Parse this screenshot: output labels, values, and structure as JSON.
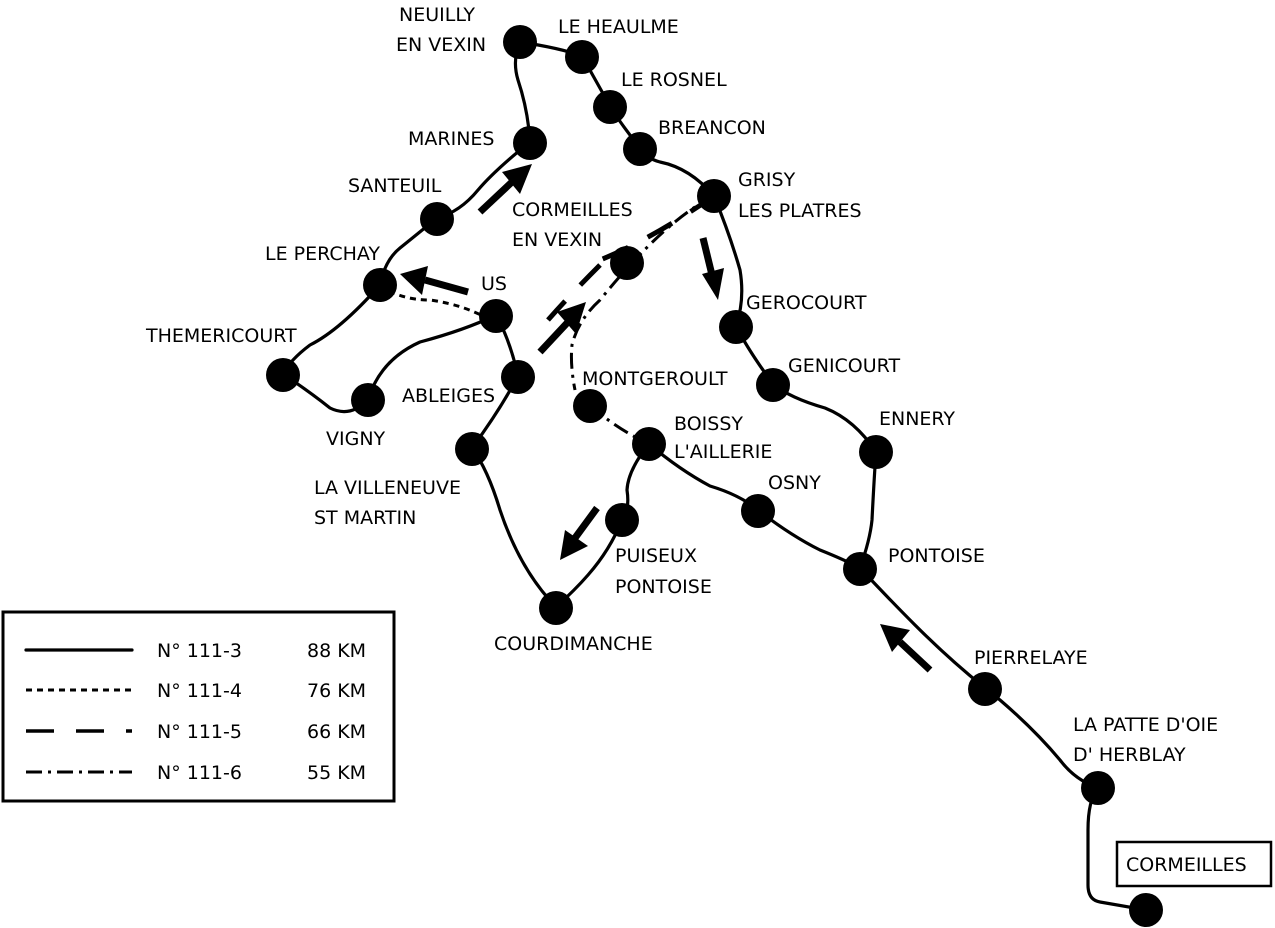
{
  "towns": {
    "neuilly": "NEUILLY",
    "neuilly_2": "EN VEXIN",
    "le_heaulme": "LE HEAULME",
    "le_rosnel": "LE ROSNEL",
    "breancon": "BREANCON",
    "marines": "MARINES",
    "santeuil": "SANTEUIL",
    "grisy": "GRISY",
    "grisy_2": "LES PLATRES",
    "cormeilles_vexin": "CORMEILLES",
    "cormeilles_vexin_2": "EN VEXIN",
    "le_perchay": "LE PERCHAY",
    "us": "US",
    "themericourt": "THEMERICOURT",
    "gerocourt": "GEROCOURT",
    "ableiges": "ABLEIGES",
    "montgeroult": "MONTGEROULT",
    "genicourt": "GENICOURT",
    "vigny": "VIGNY",
    "ennery": "ENNERY",
    "boissy": "BOISSY",
    "boissy_2": "L'AILLERIE",
    "osny": "OSNY",
    "la_villeneuve": "LA VILLENEUVE",
    "la_villeneuve_2": "ST MARTIN",
    "puiseux": "PUISEUX",
    "puiseux_2": "PONTOISE",
    "pontoise": "PONTOISE",
    "courdimanche": "COURDIMANCHE",
    "pierrelaye": "PIERRELAYE",
    "patte_doie": "LA  PATTE D'OIE",
    "patte_doie_2": "D' HERBLAY",
    "cormeilles": "CORMEILLES"
  },
  "legend": {
    "routes": [
      {
        "style": "solid",
        "name": "N° 111-3",
        "distance": "88 KM"
      },
      {
        "style": "dotted",
        "name": "N° 111-4",
        "distance": "76 KM"
      },
      {
        "style": "dashed",
        "name": "N° 111-5",
        "distance": "66 KM"
      },
      {
        "style": "dashdot",
        "name": "N° 111-6",
        "distance": "55 KM"
      }
    ]
  },
  "colors": {
    "ink": "#000000",
    "background": "#ffffff"
  }
}
